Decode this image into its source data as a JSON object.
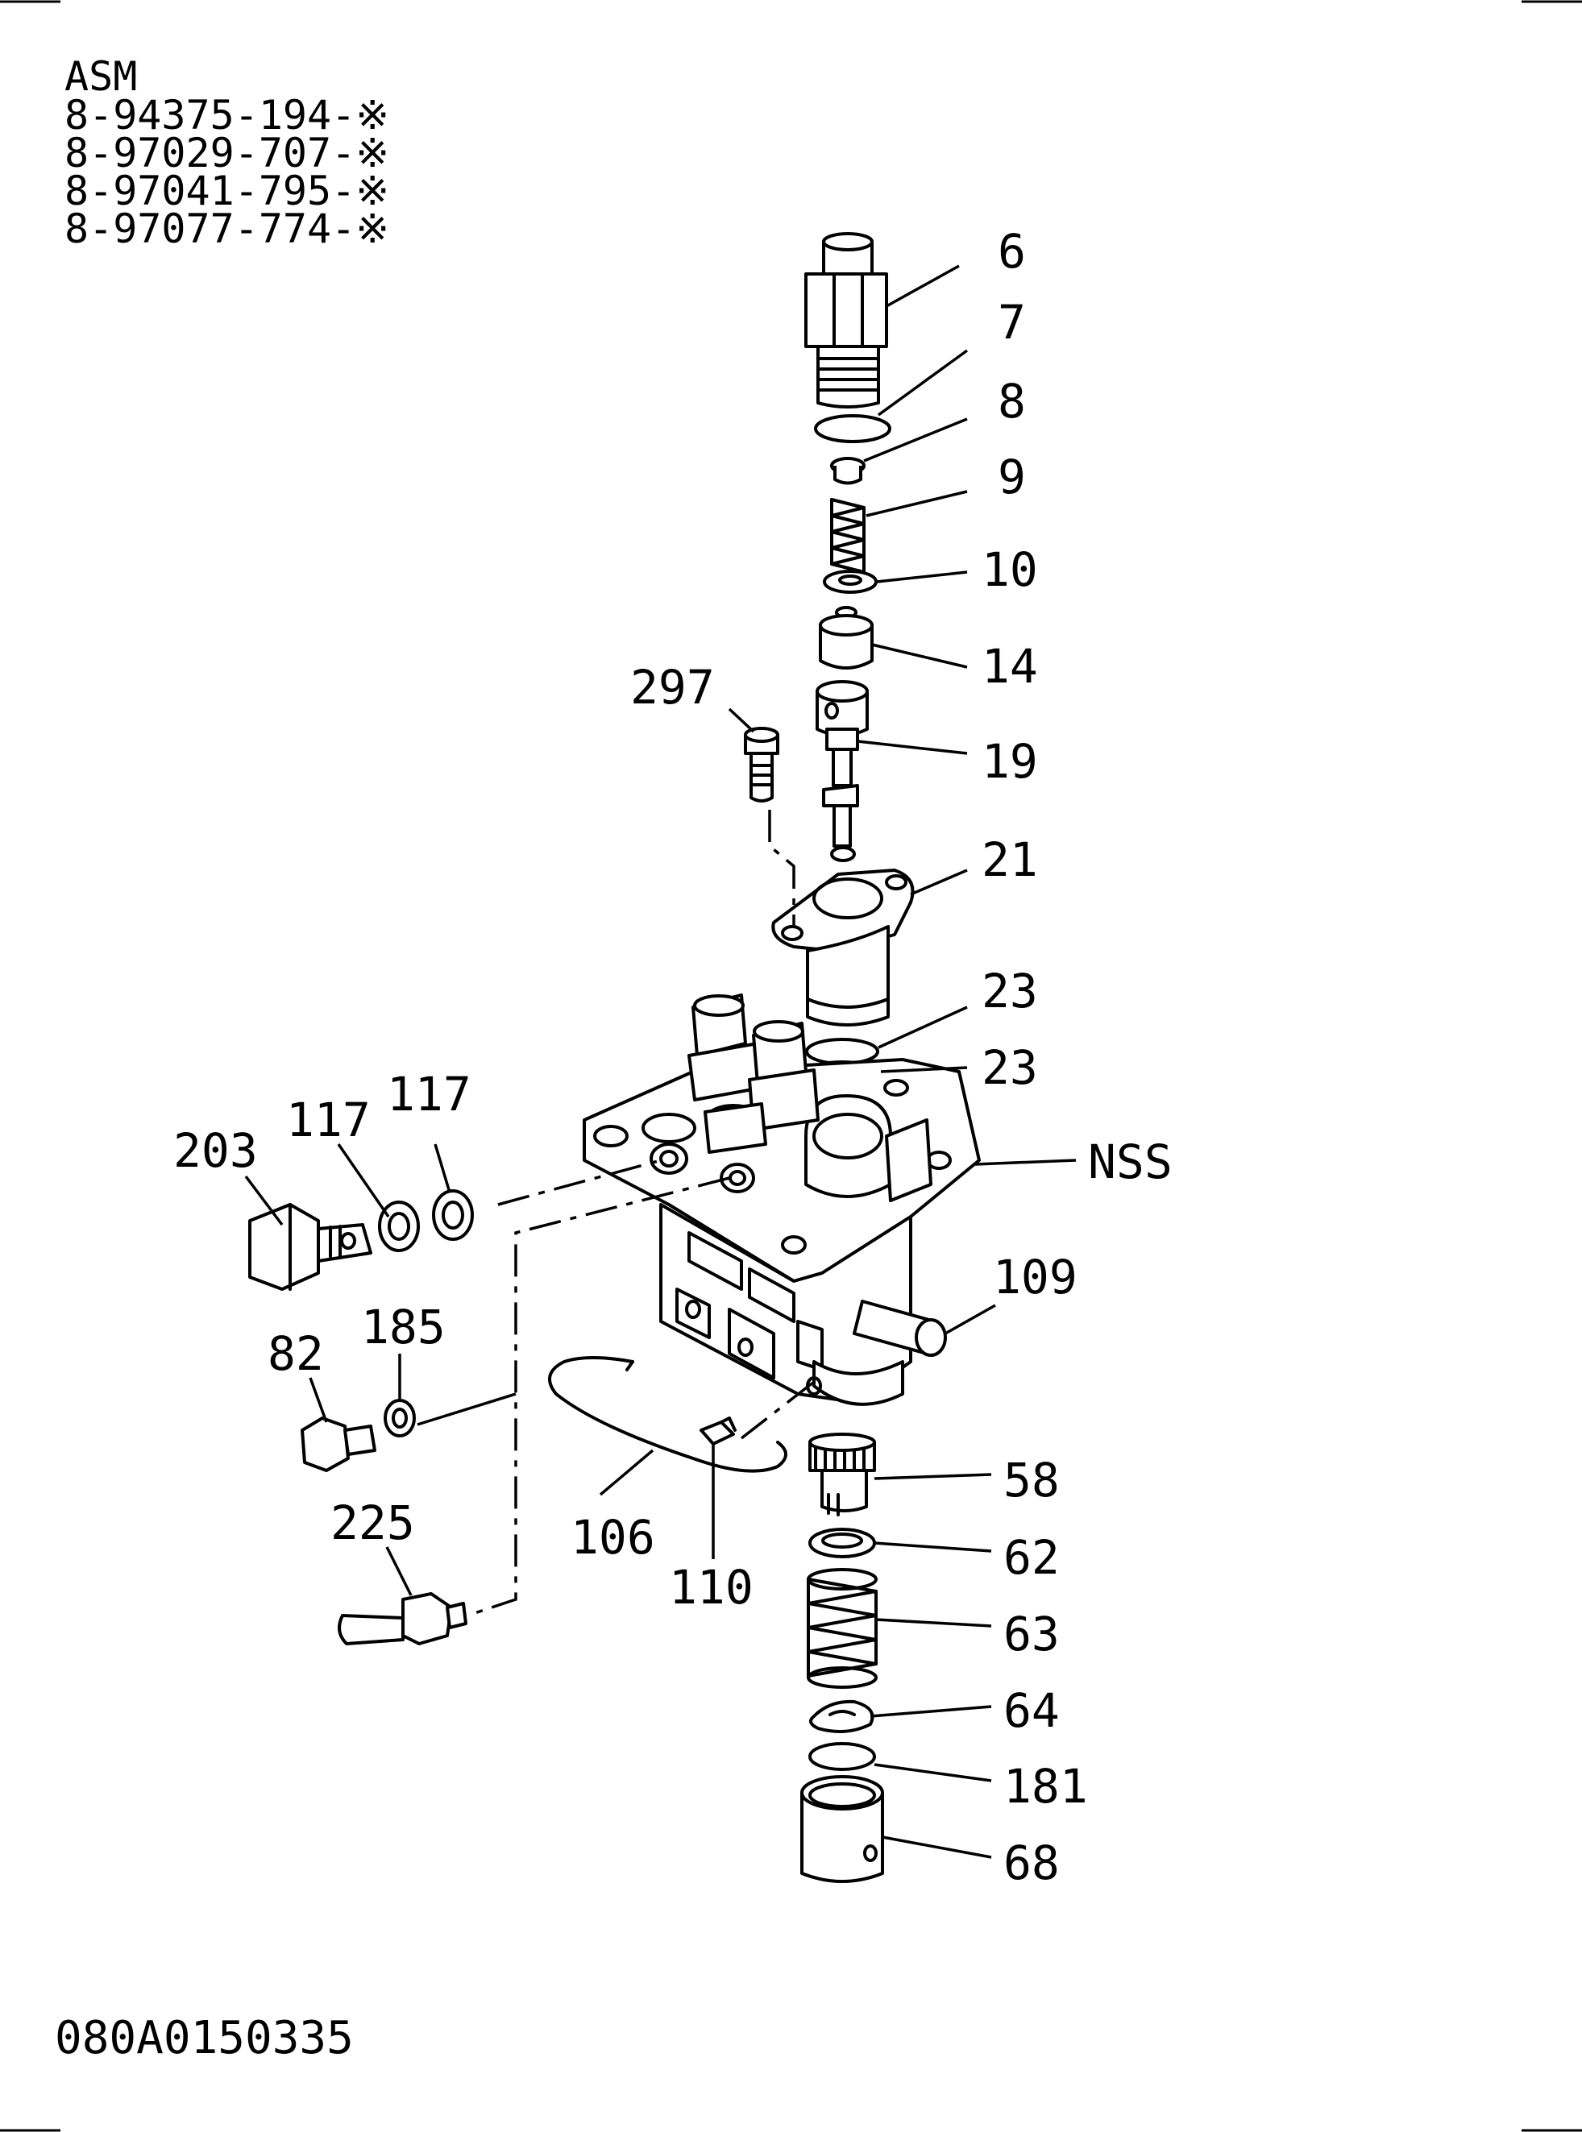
{
  "header": {
    "assembly_label": "ASM",
    "part_numbers": [
      "8-94375-194-※",
      "8-97029-707-※",
      "8-97041-795-※",
      "8-97077-774-※"
    ]
  },
  "callouts": {
    "c6": "6",
    "c7": "7",
    "c8": "8",
    "c9": "9",
    "c10": "10",
    "c14": "14",
    "c19": "19",
    "c21": "21",
    "c23a": "23",
    "c23b": "23",
    "cNSS": "NSS",
    "c109": "109",
    "c58": "58",
    "c62": "62",
    "c63": "63",
    "c64": "64",
    "c181": "181",
    "c68": "68",
    "c297": "297",
    "c203": "203",
    "c117a": "117",
    "c117b": "117",
    "c82": "82",
    "c185": "185",
    "c225": "225",
    "c106": "106",
    "c110": "110"
  },
  "footer": {
    "drawing_code": "080A0150335"
  }
}
